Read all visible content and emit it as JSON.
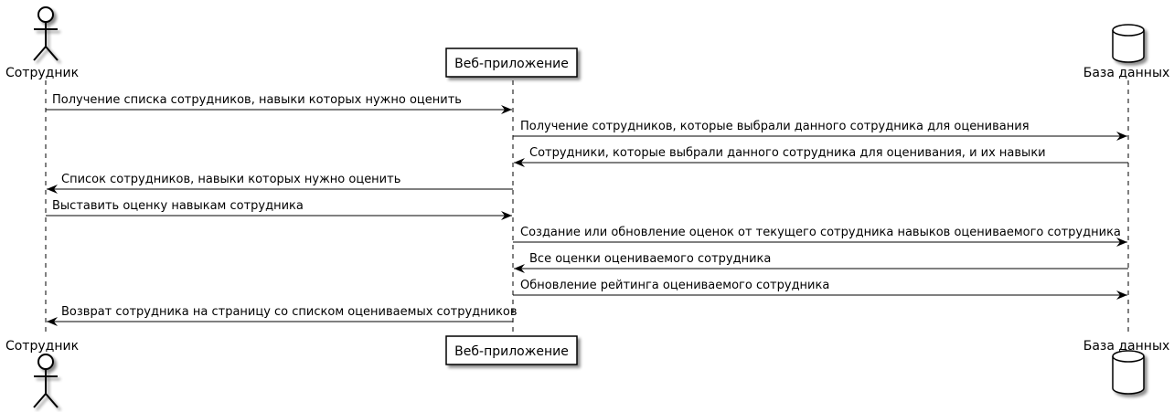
{
  "participants": {
    "employee": {
      "label": "Сотрудник",
      "kind": "actor"
    },
    "webapp": {
      "label": "Веб-приложение",
      "kind": "participant"
    },
    "db": {
      "label": "База данных",
      "kind": "database"
    }
  },
  "messages": [
    {
      "from": "employee",
      "to": "webapp",
      "label": "Получение списка сотрудников, навыки которых нужно оценить"
    },
    {
      "from": "webapp",
      "to": "db",
      "label": "Получение сотрудников, которые выбрали данного сотрудника для оценивания"
    },
    {
      "from": "db",
      "to": "webapp",
      "label": "Сотрудники, которые выбрали данного сотрудника для оценивания, и их навыки"
    },
    {
      "from": "webapp",
      "to": "employee",
      "label": "Список сотрудников, навыки которых нужно оценить"
    },
    {
      "from": "employee",
      "to": "webapp",
      "label": "Выставить оценку навыкам сотрудника"
    },
    {
      "from": "webapp",
      "to": "db",
      "label": "Создание или обновление оценок от текущего сотрудника навыков оцениваемого сотрудника"
    },
    {
      "from": "db",
      "to": "webapp",
      "label": "Все оценки оцениваемого сотрудника"
    },
    {
      "from": "webapp",
      "to": "db",
      "label": "Обновление рейтинга оцениваемого сотрудника"
    },
    {
      "from": "webapp",
      "to": "employee",
      "label": "Возврат сотрудника на страницу со списком оцениваемых сотрудников"
    }
  ]
}
